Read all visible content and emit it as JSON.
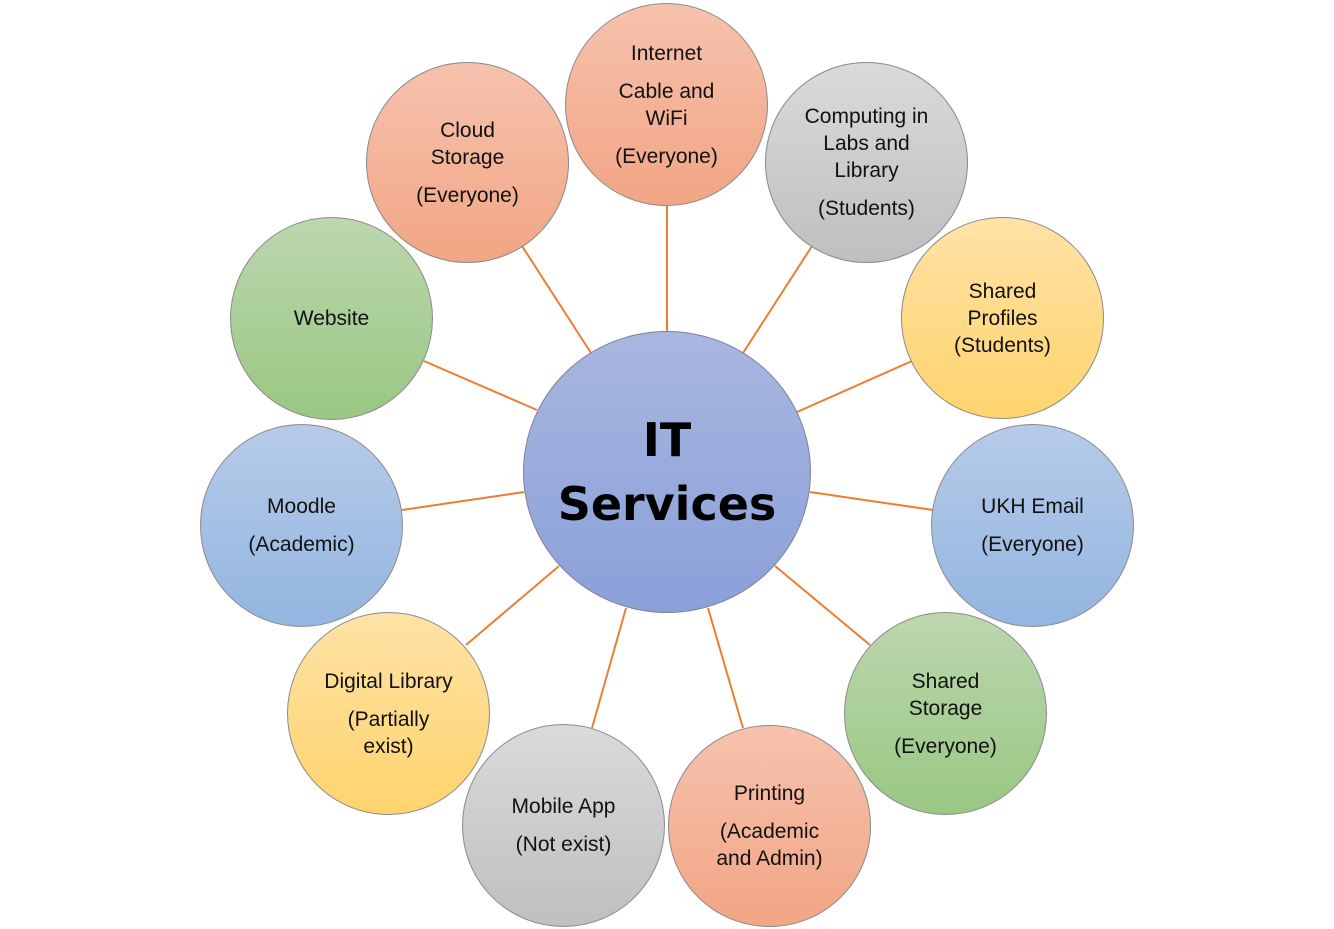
{
  "center": {
    "line1": "IT",
    "line2": "Services"
  },
  "colors": {
    "connector": "#ed7d31",
    "orange": "#f4b296",
    "gray": "#c9c9c9",
    "yellow": "#ffd978",
    "blue": "#a4bfe4",
    "green": "#a9cf95",
    "center": "#9aabdd"
  },
  "nodes": {
    "internet": {
      "line1": "Internet",
      "line2": "Cable and",
      "line3": "WiFi",
      "audience": "(Everyone)"
    },
    "computing": {
      "line1": "Computing in",
      "line2": "Labs  and",
      "line3": "Library",
      "audience": "(Students)"
    },
    "shared_profiles": {
      "line1": "Shared",
      "line2": "Profiles",
      "line3": "(Students)"
    },
    "email": {
      "line1": "UKH Email",
      "audience": "(Everyone)"
    },
    "shared_storage": {
      "line1": "Shared",
      "line2": "Storage",
      "audience": "(Everyone)"
    },
    "printing": {
      "line1": "Printing",
      "line2": "(Academic",
      "line3": "and Admin)"
    },
    "mobile_app": {
      "line1": "Mobile App",
      "audience": "(Not exist)"
    },
    "digital_library": {
      "line1": "Digital Library",
      "line2": "(Partially",
      "line3": "exist)"
    },
    "moodle": {
      "line1": "Moodle",
      "audience": "(Academic)"
    },
    "website": {
      "line1": "Website"
    },
    "cloud_storage": {
      "line1": "Cloud",
      "line2": "Storage",
      "audience": "(Everyone)"
    }
  }
}
